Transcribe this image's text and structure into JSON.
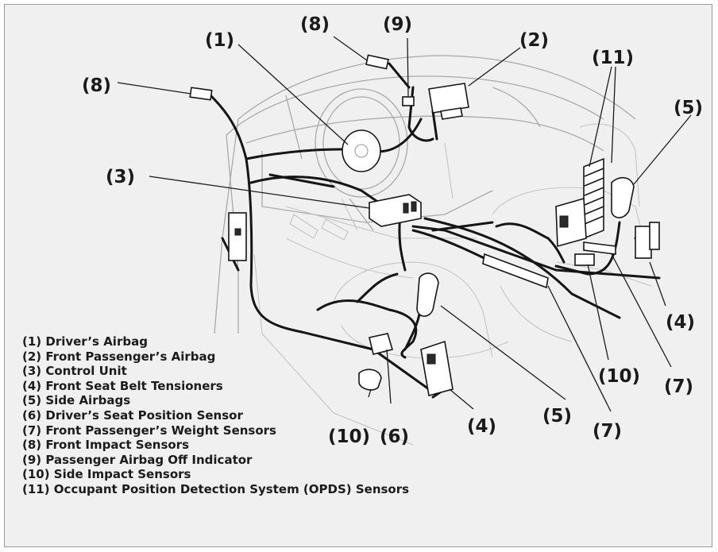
{
  "colors": {
    "background": "#f0f0f0",
    "border": "#9a9a9a",
    "ink": "#1b1b1b",
    "car_outline": "#a9a9a9"
  },
  "callouts": {
    "c1": "(1)",
    "c2": "(2)",
    "c3": "(3)",
    "c4a": "(4)",
    "c4b": "(4)",
    "c5a": "(5)",
    "c5b": "(5)",
    "c6": "(6)",
    "c7a": "(7)",
    "c7b": "(7)",
    "c8a": "(8)",
    "c8b": "(8)",
    "c9": "(9)",
    "c10a": "(10)",
    "c10b": "(10)",
    "c11": "(11)"
  },
  "legend": [
    "(1) Driver’s Airbag",
    "(2) Front Passenger’s Airbag",
    "(3) Control Unit",
    "(4) Front Seat Belt Tensioners",
    "(5) Side Airbags",
    "(6) Driver’s Seat Position Sensor",
    "(7) Front Passenger’s Weight Sensors",
    "(8) Front Impact Sensors",
    "(9) Passenger Airbag Off Indicator",
    "(10) Side Impact Sensors",
    "(11) Occupant Position Detection System (OPDS) Sensors"
  ]
}
